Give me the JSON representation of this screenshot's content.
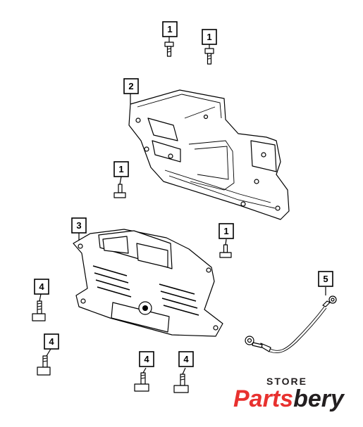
{
  "callouts": [
    {
      "label": "1"
    },
    {
      "label": "1"
    },
    {
      "label": "2"
    },
    {
      "label": "1"
    },
    {
      "label": "3"
    },
    {
      "label": "1"
    },
    {
      "label": "4"
    },
    {
      "label": "5"
    },
    {
      "label": "4"
    },
    {
      "label": "4"
    },
    {
      "label": "4"
    }
  ],
  "logo": {
    "store_text": "STORE",
    "brand_part1": "Parts",
    "brand_part2": "bery",
    "color_red": "#e8312f",
    "color_dark": "#231f20"
  }
}
